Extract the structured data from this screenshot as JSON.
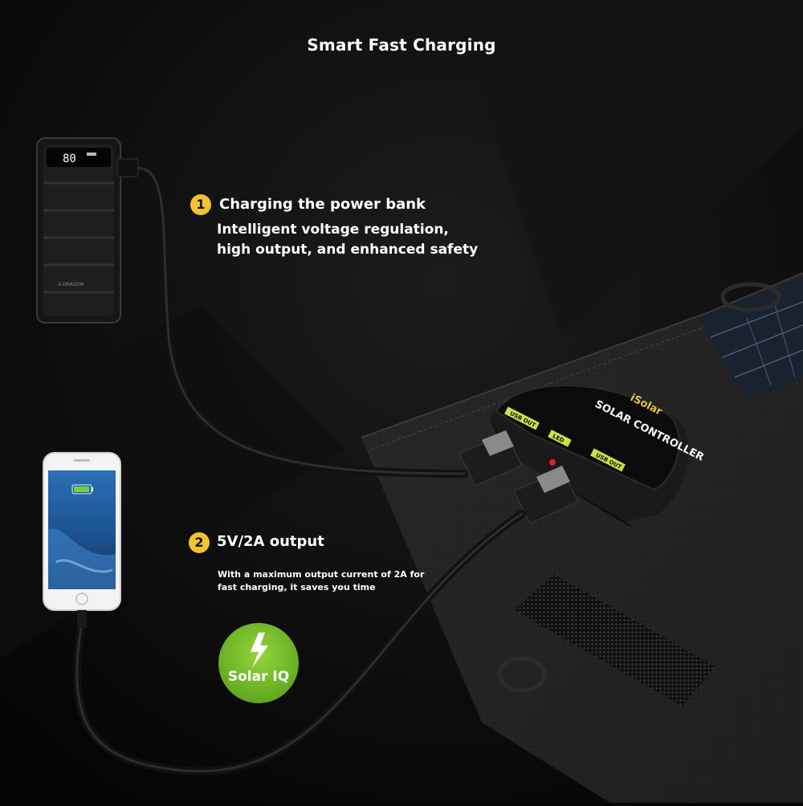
{
  "title": "Smart Fast Charging",
  "steps": [
    {
      "number": "1",
      "heading": "Charging the power bank",
      "description": "Intelligent voltage regulation, high output, and enhanced safety"
    },
    {
      "number": "2",
      "heading": "5V/2A output",
      "description": "With a maximum output current of 2A for fast charging, it saves you time"
    }
  ],
  "badge": {
    "label": "Solar IQ",
    "color": "#7cc42d"
  },
  "power_bank": {
    "display": "80",
    "brand": "X-DRAGON"
  },
  "controller": {
    "brand": "iSolar",
    "title": "SOLAR CONTROLLER",
    "port_labels": [
      "USB OUT",
      "LED",
      "USB OUT"
    ]
  },
  "colors": {
    "background": "#050505",
    "accent": "#f2c230",
    "text": "#ffffff"
  }
}
